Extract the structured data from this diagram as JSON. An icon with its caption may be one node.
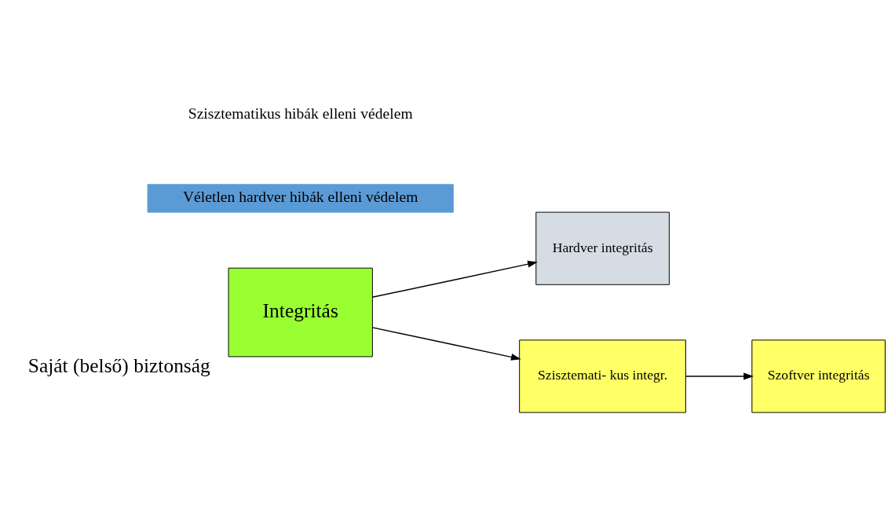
{
  "diagram": {
    "nodes": [
      {
        "text": [
          "Integritás"
        ],
        "beside": [
          "Saját (belső) biztonság"
        ]
      },
      {
        "text": [
          "Hardver integritás"
        ]
      },
      {
        "text": [
          "Szisztemati- kus integr."
        ]
      },
      {
        "text": [
          "Szoftver integritás"
        ]
      },
      {
        "text": [
          "Véletlen hardver hibák elleni védelem"
        ]
      }
    ],
    "edges": [
      {
        "from": 0,
        "to": 1,
        "arrow": "to"
      },
      {
        "from": 0,
        "to": 2,
        "arrow": "to"
      },
      {
        "from": 2,
        "to": 3,
        "arrow": "to"
      }
    ],
    "labels": [
      "Szisztematikus hibák elleni védelem"
    ]
  }
}
